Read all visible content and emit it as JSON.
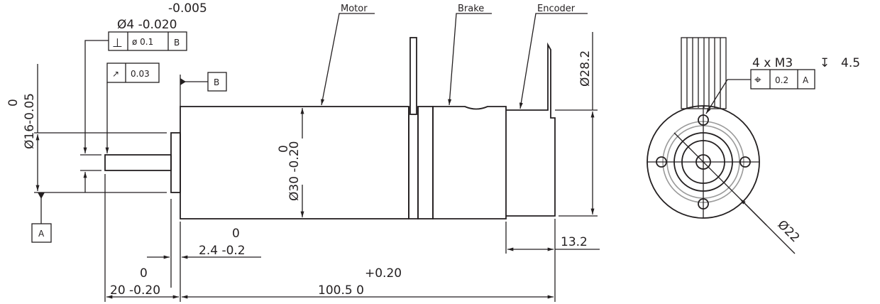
{
  "labels": {
    "motor": "Motor",
    "brake": "Brake",
    "encoder": "Encoder"
  },
  "shaft": {
    "tol_upper": "-0.005",
    "dia": "Ø4 -0.020"
  },
  "perpendicularity": {
    "symbol": "⊥",
    "value": "ø 0.1",
    "datum": "B"
  },
  "runout": {
    "symbol": "↗",
    "value": "0.03"
  },
  "datum_b": "B",
  "datum_a": "A",
  "pilot": {
    "tol_upper": "0",
    "dia": "Ø16-0.05"
  },
  "body": {
    "tol_upper": "0",
    "dia": "Ø30 -0.20"
  },
  "encoder_dia": "Ø28.2",
  "flange": {
    "tol_upper": "0",
    "value": "2.4 -0.2"
  },
  "shaft_len": {
    "tol_upper": "0",
    "value": "20 -0.20"
  },
  "total_len": {
    "tol_upper": "+0.20",
    "value": "100.5  0"
  },
  "encoder_len": "13.2",
  "holes": {
    "callout": "4 x  M3",
    "depth_symbol": "↧",
    "depth": "4.5",
    "position_symbol": "⌖",
    "tolerance": "0.2",
    "datum": "A"
  },
  "bolt_circle": "Ø22"
}
